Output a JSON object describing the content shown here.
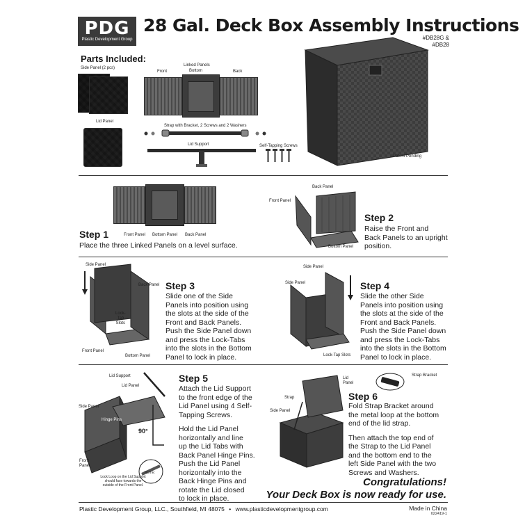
{
  "logo": {
    "mark": "PDG",
    "company": "Plastic Development Group"
  },
  "title": "28 Gal. Deck Box Assembly Instructions",
  "model_numbers": [
    "#DB28G &",
    "#DB28"
  ],
  "parts": {
    "heading": "Parts Included:",
    "side_panel": "Side Panel (2 pcs)",
    "front": "Front",
    "linked_panels": "Linked Panels",
    "bottom": "Bottom",
    "back": "Back",
    "lid_panel": "Lid Panel",
    "strap": "Strap with Bracket, 2 Screws and 2 Washers",
    "lid_support": "Lid Support",
    "screws": "Self-Tapping Screws",
    "patent": "Patent Pending"
  },
  "step1": {
    "heading": "Step 1",
    "text": "Place the three Linked Panels on a level surface.",
    "labels": [
      "Front Panel",
      "Bottom Panel",
      "Back Panel"
    ]
  },
  "step2": {
    "heading": "Step 2",
    "text_lines": [
      "Raise the Front and",
      "Back Panels to an upright",
      "position."
    ],
    "labels": {
      "back": "Back Panel",
      "front": "Front Panel",
      "bottom": "Bottom Panel"
    }
  },
  "step3": {
    "heading": "Step 3",
    "text_lines": [
      "Slide one of the Side",
      "Panels into position using",
      "the slots at the side of the",
      "Front and Back Panels.",
      "Push the Side Panel down",
      "and press the Lock-Tabs",
      "into the slots in the Bottom",
      "Panel to lock in place."
    ],
    "labels": {
      "side": "Side Panel",
      "back": "Back Panel",
      "locktabs": [
        "Lock-",
        "Tab",
        "Slots"
      ],
      "front": "Front Panel",
      "bottom": "Bottom Panel"
    }
  },
  "step4": {
    "heading": "Step 4",
    "text_lines": [
      "Slide the other Side",
      "Panels into position using",
      "the slots at the side of the",
      "Front and Back Panels.",
      "Push the Side Panel down",
      "and press the Lock-Tabs",
      "into the slots in the Bottom",
      "Panel to lock in place."
    ],
    "labels": {
      "side_top": "Side Panel",
      "side_left": "Side Panel",
      "slots": "Lock-Tap Slots"
    }
  },
  "step5": {
    "heading": "Step 5",
    "text_lines": [
      "Attach the Lid Support",
      "to the front edge of the",
      "Lid Panel using 4 Self-",
      "Tapping Screws.",
      "",
      "Hold the Lid Panel",
      "horizontally and line",
      "up the Lid Tabs with",
      "Back Panel Hinge Pins.",
      "Push the Lid Panel",
      "horizontally into the",
      "Back Hinge Pins and",
      "rotate the Lid closed",
      "to lock in place."
    ],
    "labels": {
      "support": "Lid Support",
      "lid": "Lid Panel",
      "side": "Side Panel",
      "hinge": "Hinge Pins",
      "angle": "90°",
      "front": [
        "Front",
        "Panel"
      ],
      "note": [
        "NOTE:",
        "Lock Loop on the Lid Support",
        "should face towards the",
        "outside of the Front Panel."
      ]
    }
  },
  "step6": {
    "heading": "Step 6",
    "text_lines": [
      "Fold Strap Bracket around",
      "the metal loop at the bottom",
      "end of the lid strap.",
      "",
      "Then attach the top end of",
      "the Strap to the Lid Panel",
      "and the bottom end to the",
      "left Side Panel with the two",
      "Screws and Washers."
    ],
    "labels": {
      "bracket": "Strap Bracket",
      "lid": [
        "Lid",
        "Panel"
      ],
      "strap": "Strap",
      "side": "Side Panel"
    }
  },
  "congrats": [
    "Congratulations!",
    "Your Deck Box is now ready for use."
  ],
  "footer": {
    "company": "Plastic Development Group, LLC.,",
    "city": "Southfield, MI 48075",
    "bullet": "•",
    "url": "www.plasticdevelopmentgroup.com",
    "origin": "Made in China",
    "code": "022419-1"
  }
}
